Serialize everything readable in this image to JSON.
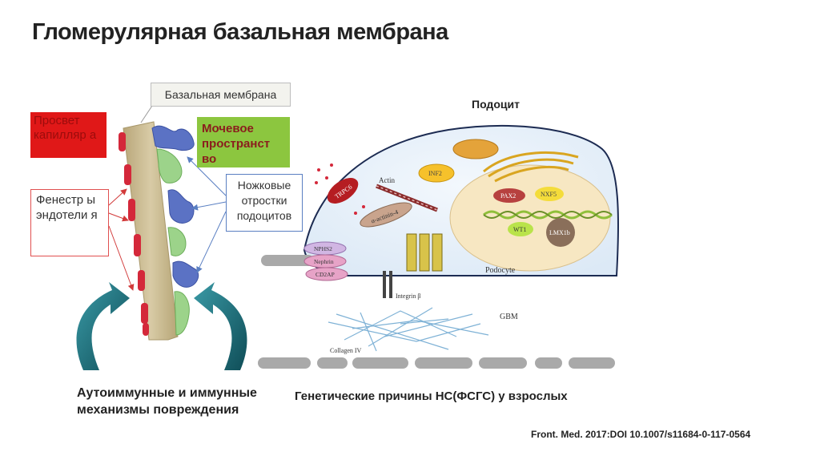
{
  "title": "Гломерулярная базальная мембрана",
  "labels": {
    "basal_membrane": "Базальная мембрана",
    "capillary_lumen": "Просвет капилляр а",
    "urinary_space": "Мочевое пространст во",
    "fenestrae": "Фенестр ы эндотели я",
    "foot_processes": "Ножковые отростки подоцитов",
    "podocyte_ru": "Подоцит"
  },
  "podocyte_figure": {
    "actin": "Actin",
    "trpc6": "TRPC6",
    "inf2": "INF2",
    "alpha_actinin": "α-actinin-4",
    "nphs2": "NPHS2",
    "nephrin": "Nephrin",
    "cd2ap": "CD2AP",
    "pax2": "PAX2",
    "nxf5": "NXF5",
    "wt1": "WT1",
    "lmx1b": "LMX1b",
    "podocyte": "Podocyte",
    "integrin": "Integrin β",
    "gbm": "GBM",
    "collagen": "Collagen IV"
  },
  "captions": {
    "autoimmune": "Аутоиммунные и иммунные механизмы повреждения",
    "genetic": "Генетические причины НС(ФСГС) у взрослых",
    "citation": "Front. Med. 2017:DOI 10.1007/s11684-0-117-0564"
  },
  "colors": {
    "lumen_box": "#e01818",
    "urinary_box": "#8cc63f",
    "membrane": "#c8b98f",
    "foot_blue": "#5b72c4",
    "foot_green": "#9cd38a",
    "rbc": "#d4283a",
    "podocyte_cell": "#eaf2fb",
    "nucleus": "#f7e7c2",
    "arrow_teal": "#1f6f7a"
  }
}
